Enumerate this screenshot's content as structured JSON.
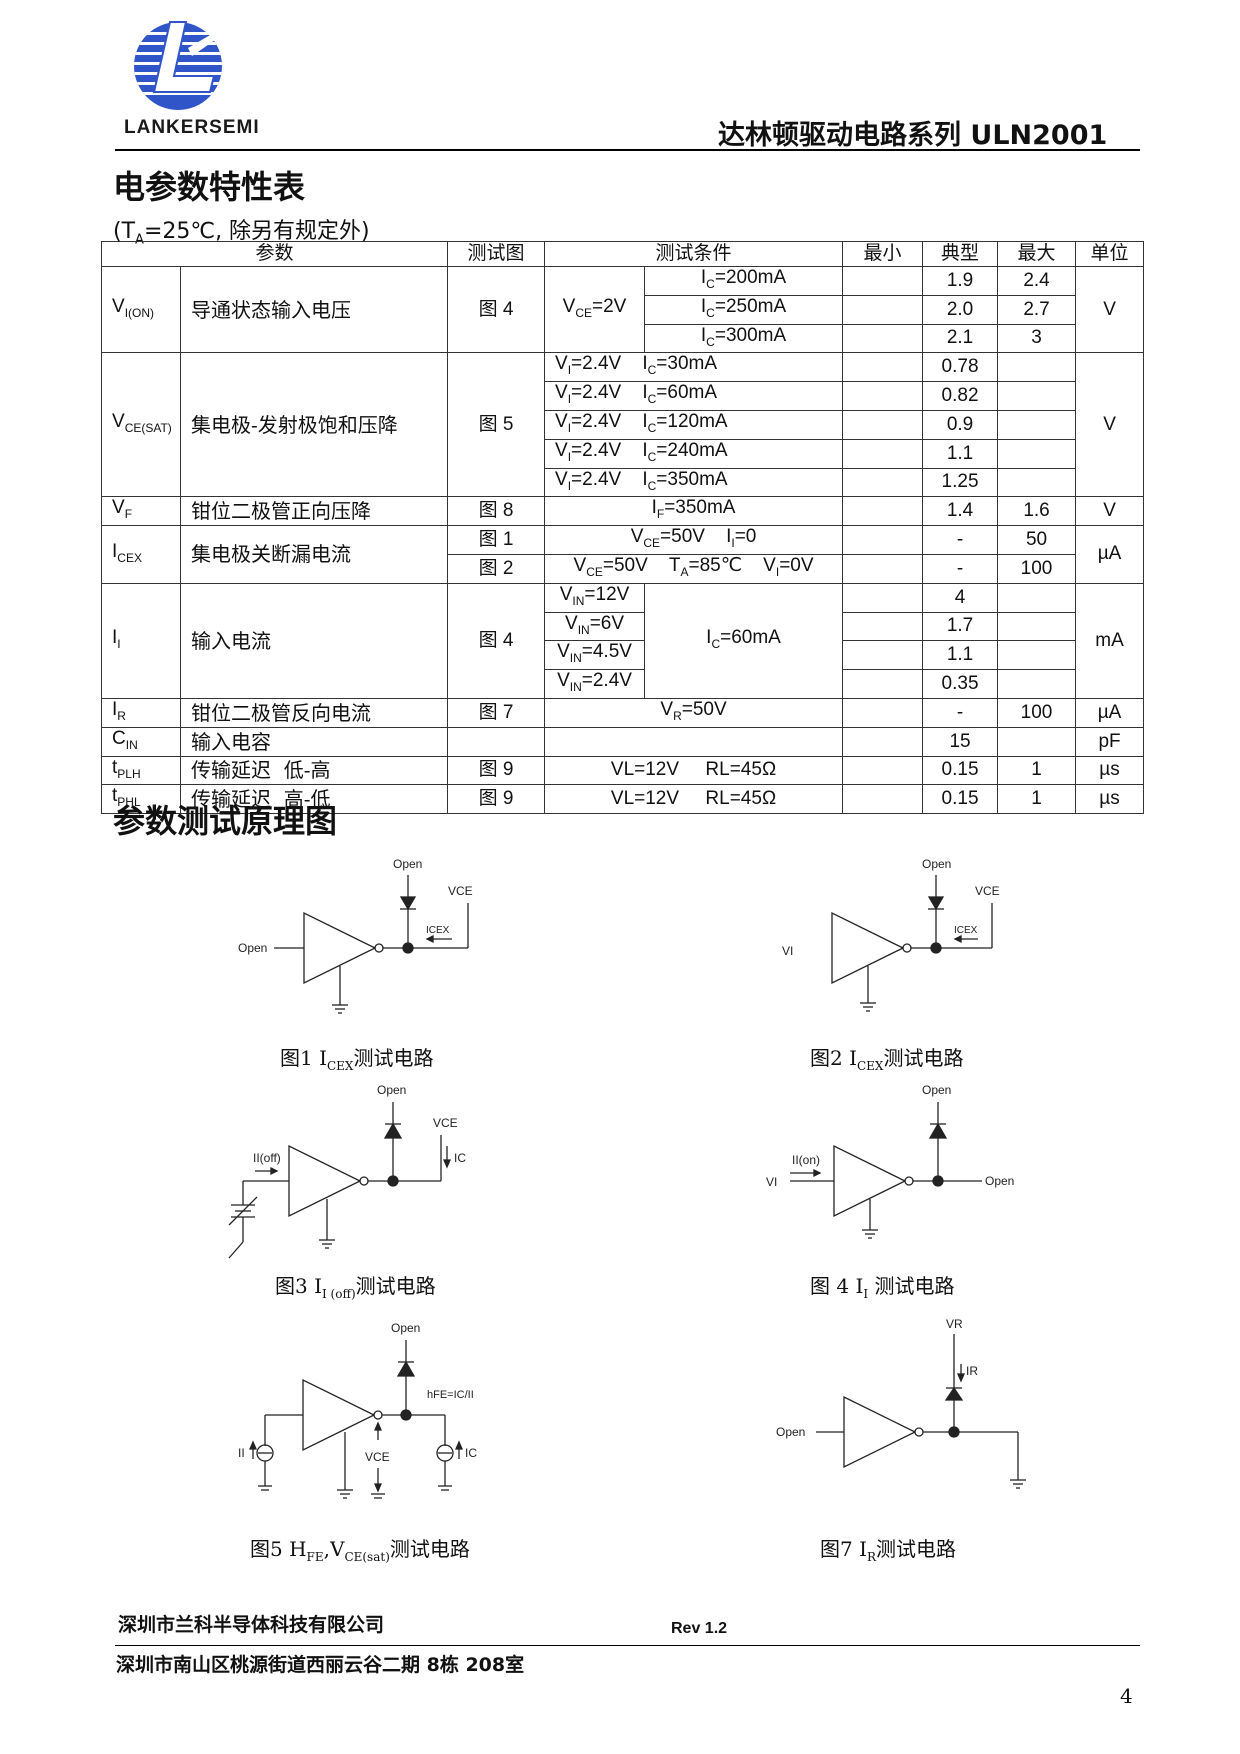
{
  "header": {
    "logo_text": "LANKERSEMI",
    "doc_title": "达林顿驱动电路系列 ULN2001"
  },
  "section1": {
    "title": "电参数特性表",
    "condition": "(TA=25℃, 除另有规定外)"
  },
  "table": {
    "headers": [
      "参数",
      "测试图",
      "测试条件",
      "最小",
      "典型",
      "最大",
      "单位"
    ],
    "rows": {
      "vion": {
        "sym": "VI(ON)",
        "desc": "导通状态输入电压",
        "fig": "图 4",
        "cond": "VCE=2V",
        "unit": "V",
        "sub": [
          {
            "c": "IC=200mA",
            "typ": "1.9",
            "max": "2.4"
          },
          {
            "c": "IC=250mA",
            "typ": "2.0",
            "max": "2.7"
          },
          {
            "c": "IC=300mA",
            "typ": "2.1",
            "max": "3"
          }
        ]
      },
      "vcesat": {
        "sym": "VCE(SAT)",
        "desc": "集电极-发射极饱和压降",
        "fig": "图 5",
        "unit": "V",
        "sub": [
          {
            "vi": "VI=2.4V",
            "ic": "IC=30mA",
            "typ": "0.78"
          },
          {
            "vi": "VI=2.4V",
            "ic": "IC=60mA",
            "typ": "0.82"
          },
          {
            "vi": "VI=2.4V",
            "ic": "IC=120mA",
            "typ": "0.9"
          },
          {
            "vi": "VI=2.4V",
            "ic": "IC=240mA",
            "typ": "1.1"
          },
          {
            "vi": "VI=2.4V",
            "ic": "IC=350mA",
            "typ": "1.25"
          }
        ]
      },
      "vf": {
        "sym": "VF",
        "desc": "钳位二极管正向压降",
        "fig": "图 8",
        "cond": "IF=350mA",
        "typ": "1.4",
        "max": "1.6",
        "unit": "V"
      },
      "icex": {
        "sym": "ICEX",
        "desc": "集电极关断漏电流",
        "unit": "µA",
        "sub": [
          {
            "fig": "图 1",
            "cond": "VCE=50V    II=0",
            "typ": "-",
            "max": "50"
          },
          {
            "fig": "图 2",
            "cond": "VCE=50V    TA=85℃    VI=0V",
            "typ": "-",
            "max": "100"
          }
        ]
      },
      "ii": {
        "sym": "II",
        "desc": "输入电流",
        "fig": "图 4",
        "ic": "IC=60mA",
        "unit": "mA",
        "sub": [
          {
            "vin": "VIN=12V",
            "typ": "4"
          },
          {
            "vin": "VIN=6V",
            "typ": "1.7"
          },
          {
            "vin": "VIN=4.5V",
            "typ": "1.1"
          },
          {
            "vin": "VIN=2.4V",
            "typ": "0.35"
          }
        ]
      },
      "ir": {
        "sym": "IR",
        "desc": "钳位二极管反向电流",
        "fig": "图 7",
        "cond": "VR=50V",
        "typ": "-",
        "max": "100",
        "unit": "µA"
      },
      "cin": {
        "sym": "CIN",
        "desc": "输入电容",
        "typ": "15",
        "unit": "pF"
      },
      "tplh": {
        "sym": "tPLH",
        "desc": "传输延迟  低-高",
        "fig": "图 9",
        "cond": "VL=12V     RL=45Ω",
        "typ": "0.15",
        "max": "1",
        "unit": "µs"
      },
      "tphl": {
        "sym": "tPHL",
        "desc": "传输延迟  高-低",
        "fig": "图 9",
        "cond": "VL=12V     RL=45Ω",
        "typ": "0.15",
        "max": "1",
        "unit": "µs"
      }
    }
  },
  "section2": {
    "title": "参数测试原理图"
  },
  "figures": {
    "f1": {
      "caption": "图1 ICEX测试电路",
      "open_top": "Open",
      "open_in": "Open",
      "vce": "VCE",
      "icex": "ICEX"
    },
    "f2": {
      "caption": "图2 ICEX测试电路",
      "open_top": "Open",
      "vi": "VI",
      "vce": "VCE",
      "icex": "ICEX"
    },
    "f3": {
      "caption": "图3 II (off)测试电路",
      "open_top": "Open",
      "ii_off": "II(off)",
      "vce": "VCE",
      "ic": "IC"
    },
    "f4": {
      "caption": "图 4 II 测试电路",
      "open_top": "Open",
      "ii_on": "II(on)",
      "vi": "VI",
      "open_out": "Open"
    },
    "f5": {
      "caption": "图5 HFE,VCE(sat)测试电路",
      "open_top": "Open",
      "hfe": "hFE=IC/II",
      "ii": "II",
      "vce": "VCE",
      "ic": "IC"
    },
    "f7": {
      "caption": "图7 IR测试电路",
      "vr": "VR",
      "ir": "IR",
      "open_in": "Open"
    }
  },
  "footer": {
    "company": "深圳市兰科半导体科技有限公司",
    "rev": "Rev 1.2",
    "address": "深圳市南山区桃源街道西丽云谷二期 8栋 208室",
    "page": "4"
  }
}
